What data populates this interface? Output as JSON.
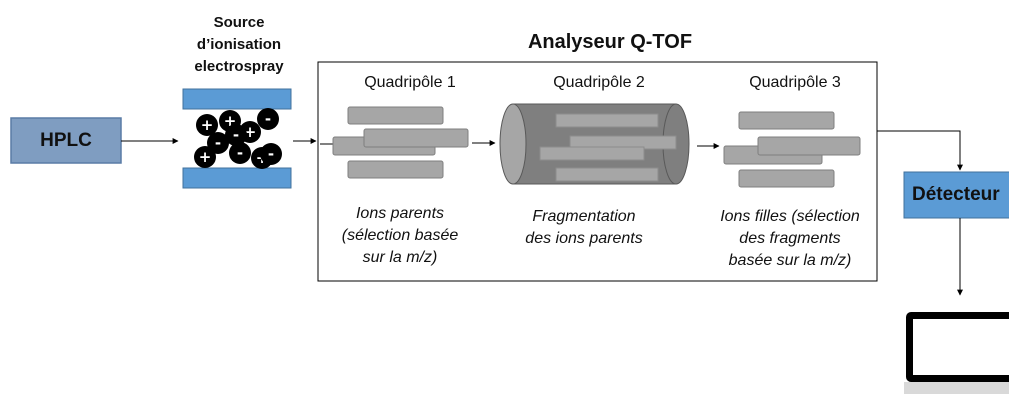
{
  "hplc": {
    "label": "HPLC"
  },
  "source": {
    "title_lines": [
      "Source",
      "d’ionisation",
      "electrospray"
    ]
  },
  "analyzer": {
    "title": "Analyseur Q-TOF",
    "quadrupoles": [
      {
        "label": "Quadripôle 1",
        "caption_lines": [
          "Ions parents",
          "(sélection basée",
          "sur la m/z)"
        ]
      },
      {
        "label": "Quadripôle 2",
        "caption_lines": [
          "Fragmentation",
          "des ions parents"
        ]
      },
      {
        "label": "Quadripôle 3",
        "caption_lines": [
          "Ions filles (sélection",
          "des fragments",
          "basée sur la m/z)"
        ]
      }
    ]
  },
  "detector": {
    "label": "Détecteur"
  },
  "ion_charges": [
    "+",
    "+",
    "+",
    "+",
    "-",
    "-",
    "-",
    "-",
    "+",
    "-"
  ],
  "colors": {
    "hplc_fill": "#7f9dc1",
    "hplc_border": "#5a7ca6",
    "electrode_fill": "#5b9bd5",
    "detector_fill": "#5b9bd5",
    "rod_fill": "#a6a6a6",
    "rod_border": "#7f7f7f",
    "cell_fill": "#7f7f7f",
    "ion_fill": "#000000"
  }
}
